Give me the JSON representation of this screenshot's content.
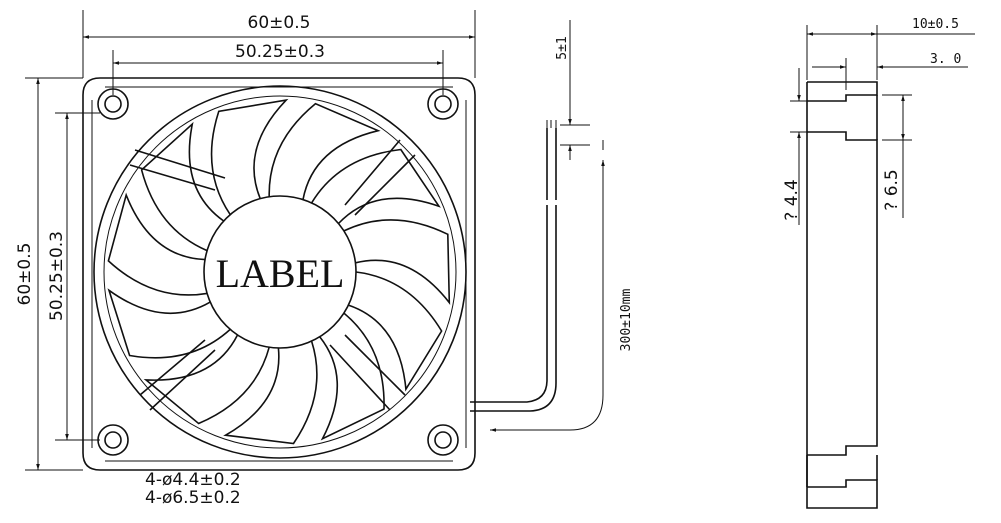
{
  "front_view": {
    "label": "LABEL",
    "dim_width_outer": "60±0.5",
    "dim_width_holes": "50.25±0.3",
    "dim_height_outer": "60±0.5",
    "dim_height_holes": "50.25±0.3",
    "hole_note_1": "4-ø4.4±0.2",
    "hole_note_2": "4-ø6.5±0.2"
  },
  "wire": {
    "dim_strip": "5±1",
    "dim_length": "300±10mm"
  },
  "side_view": {
    "dim_thickness": "10±0.5",
    "dim_step": "3. 0",
    "dim_hole_small": "? 4.4",
    "dim_hole_large": "? 6.5"
  }
}
